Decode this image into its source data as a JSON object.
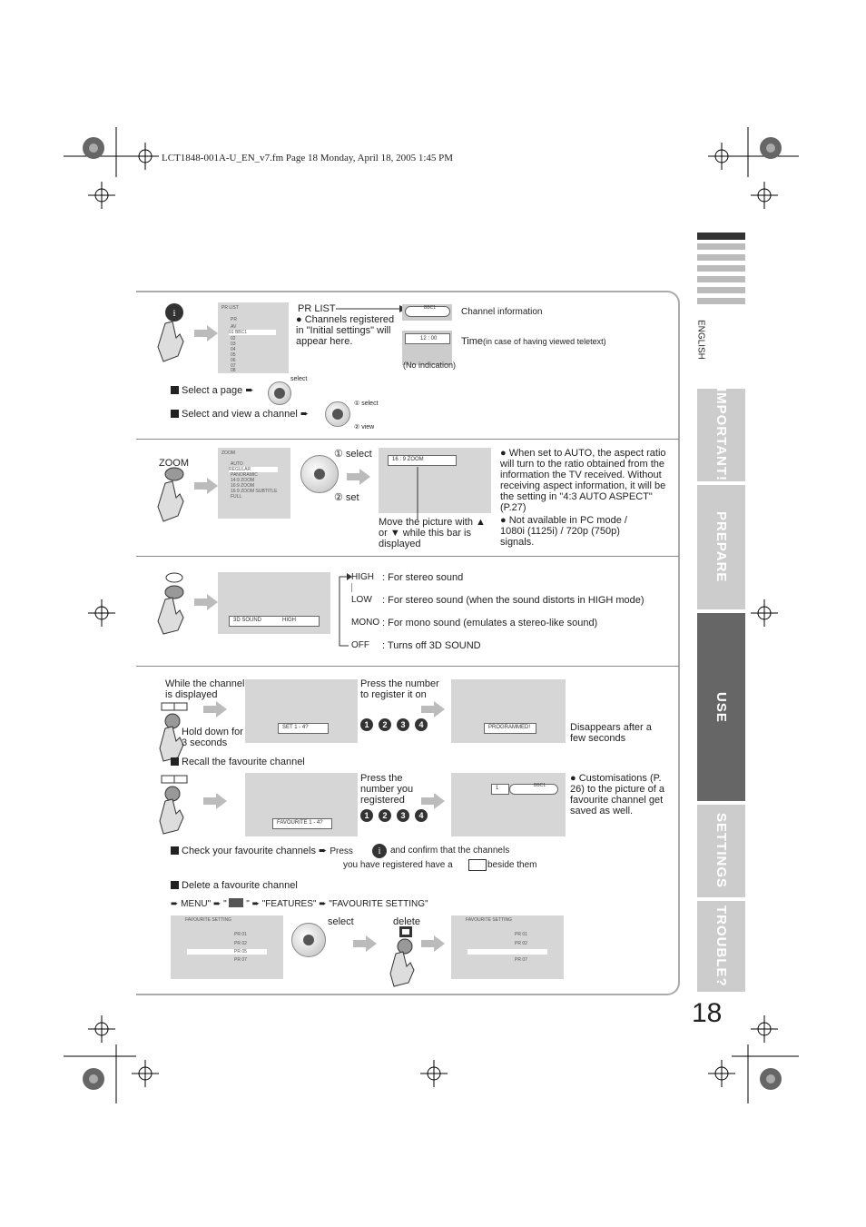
{
  "header": {
    "file_line": "LCT1848-001A-U_EN_v7.fm  Page 18  Monday, April 18, 2005  1:45 PM"
  },
  "side": {
    "language": "ENGLISH",
    "tabs": [
      "IMPORTANT!",
      "PREPARE",
      "USE",
      "SETTINGS",
      "TROUBLE?"
    ],
    "page_number": "18"
  },
  "pr_list": {
    "screen_title": "PR LIST",
    "screen_rows": [
      "PR",
      "AV",
      "01  BBC1",
      "02",
      "03",
      "04",
      "05",
      "06",
      "07",
      "08"
    ],
    "label": "PR LIST",
    "note": "Channels registered in \"Initial settings\" will appear here.",
    "channel_info_label": "Channel information",
    "channel_info_osd": "BBC1",
    "time_osd": "12 : 00",
    "time_label": "Time",
    "time_note": "(in case of having viewed teletext)",
    "no_indication": "(No indication)",
    "select_small": "select",
    "select_page": "Select a page",
    "select_view": "Select and view a channel",
    "dial_select": "select",
    "dial_view": "view"
  },
  "zoom": {
    "button_label": "ZOOM",
    "screen_title": "ZOOM",
    "options": [
      "AUTO",
      "REGULAR",
      "PANORAMIC",
      "14:9 ZOOM",
      "16:9 ZOOM",
      "16:9 ZOOM SUBTITLE",
      "FULL"
    ],
    "dial_select": "select",
    "dial_set": "set",
    "osd": "16 : 9   ZOOM",
    "move_note": "Move the picture with ▲ or ▼ while this bar is displayed",
    "note1": "When set to AUTO, the aspect ratio will turn to the ratio obtained from the information the TV received. Without receiving aspect information, it will be the setting in \"4:3 AUTO ASPECT\" (P.27)",
    "note2": "Not available in PC mode / 1080i (1125i) / 720p (750p) signals."
  },
  "sound3d": {
    "osd_label": "3D SOUND",
    "osd_value": "HIGH",
    "levels": [
      {
        "name": "HIGH",
        "desc": ": For stereo sound"
      },
      {
        "name": "LOW",
        "desc": ": For stereo sound (when the sound distorts in HIGH mode)"
      },
      {
        "name": "MONO",
        "desc": ": For mono sound (emulates a stereo-like sound)"
      },
      {
        "name": "OFF",
        "desc": ": Turns off 3D SOUND"
      }
    ]
  },
  "favourite": {
    "while_displayed": "While the channel is displayed",
    "hold_down": "Hold down for 3 seconds",
    "set_osd": "SET    1 - 4?",
    "press_number_register": "Press the number to register it on",
    "numbers": [
      "1",
      "2",
      "3",
      "4"
    ],
    "programmed_osd": "PROGRAMMED!",
    "disappears": "Disappears after a few seconds",
    "recall_title": "Recall the favourite channel",
    "favourite_osd": "FAVOURITE  1 - 4?",
    "press_number_registered": "Press the number you registered",
    "recall_osd_num": "1",
    "recall_osd_ch": "BBC1",
    "customisations": "Customisations (P. 26) to the picture of a favourite channel get saved as well.",
    "check_title": "Check your favourite channels",
    "check_press": "Press",
    "check_rest": "and confirm that the channels",
    "check_line2a": "you have registered have a",
    "check_line2b": "beside them",
    "delete_title": "Delete a favourite channel",
    "menu_path": [
      "MENU\"",
      "\"",
      "\"",
      "\"FEATURES\"",
      "\"FAVOURITE SETTING\""
    ],
    "fs_title": "FAVOURITE SETTING",
    "fs_rows_before": [
      "PR  01",
      "PR  02",
      "PR  05",
      "PR  07"
    ],
    "fs_rows_after": [
      "PR  01",
      "PR  02",
      "",
      "PR  07"
    ],
    "select_label": "select",
    "delete_label": "delete"
  }
}
